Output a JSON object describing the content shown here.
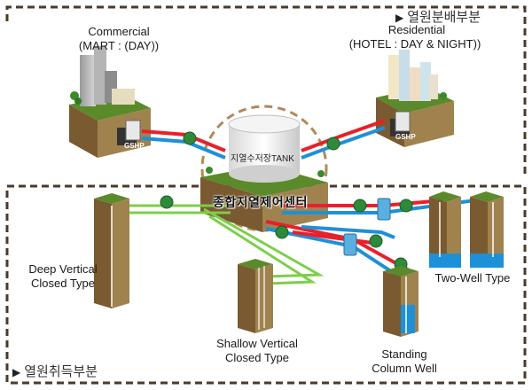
{
  "sections": {
    "distribution": "열원분배부분",
    "acquisition": "열원취득부분"
  },
  "buildings": {
    "commercial": {
      "title": "Commercial",
      "subtitle": "(MART : (DAY))",
      "unit": "GSHP"
    },
    "residential": {
      "title": "Residential",
      "subtitle": "(HOTEL : DAY & NIGHT))",
      "unit": "GSHP"
    }
  },
  "tank": {
    "label": "지열수저장TANK"
  },
  "control_center": {
    "label": "종합지열제어센터"
  },
  "wells": {
    "deep_vertical": {
      "line1": "Deep Vertical",
      "line2": "Closed Type"
    },
    "shallow_vertical": {
      "line1": "Shallow Vertical",
      "line2": "Closed Type"
    },
    "standing_column": {
      "line1": "Standing",
      "line2": "Column Well"
    },
    "two_well": {
      "line1": "Two-Well Type"
    }
  },
  "colors": {
    "hot_pipe": "#e8202a",
    "cold_pipe": "#1e90d8",
    "loop_pipe": "#7ccf4a",
    "soil_top": "#5a8a2a",
    "soil_side": "#8a6a3a",
    "pump": "#2e8a3a",
    "exchanger": "#5aaee0",
    "dash_border": "#4a3a2a",
    "tank_dash": "#b08a5a"
  }
}
